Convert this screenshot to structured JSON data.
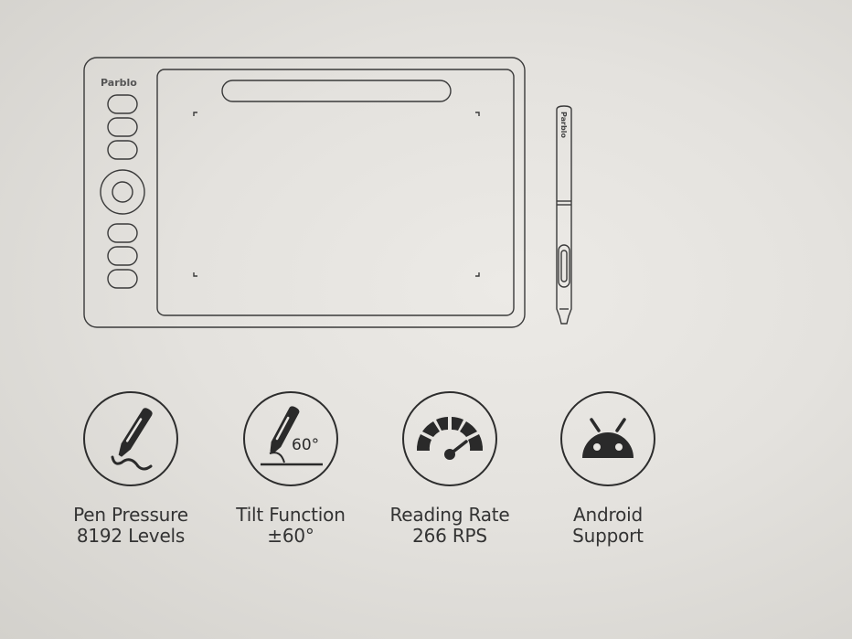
{
  "tablet": {
    "brand": "Parblo"
  },
  "pen": {
    "brand": "Parblo"
  },
  "features": [
    {
      "icon": "pen-pressure-icon",
      "line1": "Pen Pressure",
      "line2": "8192 Levels"
    },
    {
      "icon": "tilt-icon",
      "line1": "Tilt Function",
      "line2": "±60°",
      "badge": "60°"
    },
    {
      "icon": "speedometer-icon",
      "line1": "Reading Rate",
      "line2": "266 RPS"
    },
    {
      "icon": "android-icon",
      "line1": "Android",
      "line2": "Support"
    }
  ]
}
